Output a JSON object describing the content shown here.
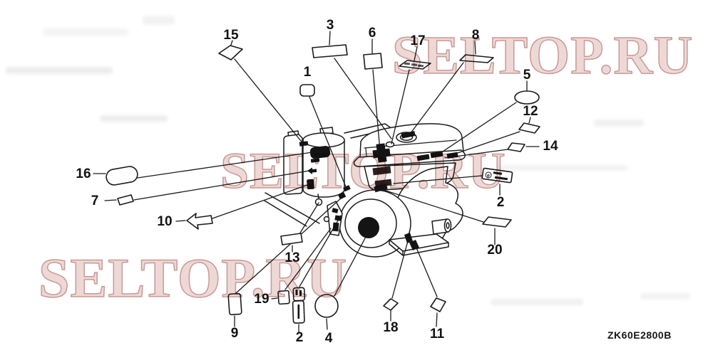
{
  "page": {
    "background": "#ffffff",
    "ink_color": "#1a1a1a",
    "watermark": {
      "text": "SELTOP.RU",
      "color": "#c89b98"
    },
    "part_code": "ZK60E2800B"
  },
  "callouts": [
    {
      "num": "1",
      "label_shape": "small-rounded-rectangle"
    },
    {
      "num": "2",
      "label_shape": "vertical-sticker"
    },
    {
      "num": "3",
      "label_shape": "wide-rectangle"
    },
    {
      "num": "4",
      "label_shape": "circle"
    },
    {
      "num": "5",
      "label_shape": "oval"
    },
    {
      "num": "6",
      "label_shape": "rectangle"
    },
    {
      "num": "7",
      "label_shape": "parallelogram"
    },
    {
      "num": "8",
      "label_shape": "parallelogram"
    },
    {
      "num": "9",
      "label_shape": "vertical-rectangle"
    },
    {
      "num": "10",
      "label_shape": "arrow-plate"
    },
    {
      "num": "11",
      "label_shape": "diamond"
    },
    {
      "num": "12",
      "label_shape": "parallelogram"
    },
    {
      "num": "13",
      "label_shape": "rectangle"
    },
    {
      "num": "14",
      "label_shape": "rounded-parallelogram"
    },
    {
      "num": "15",
      "label_shape": "diamond"
    },
    {
      "num": "16",
      "label_shape": "oval-pill"
    },
    {
      "num": "17",
      "label_shape": "striped-plate"
    },
    {
      "num": "18",
      "label_shape": "diamond"
    },
    {
      "num": "19",
      "label_shape": "small-square"
    },
    {
      "num": "20",
      "label_shape": "parallelogram"
    },
    {
      "num": "2",
      "label_shape": "certification-plate",
      "mark": "e"
    }
  ]
}
